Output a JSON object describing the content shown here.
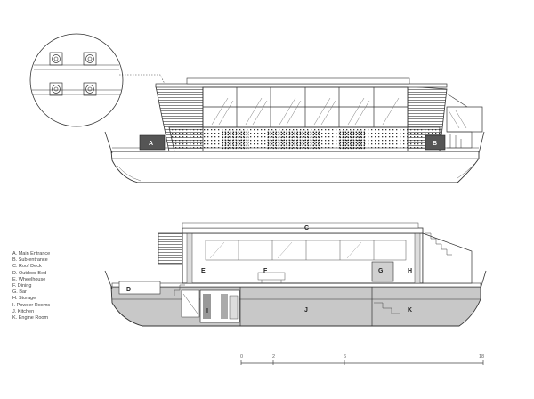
{
  "labels": {
    "elevation": {
      "A": "A",
      "B": "B"
    },
    "section": {
      "C": "C",
      "D": "D",
      "E": "E",
      "F": "F",
      "G": "G",
      "H": "H",
      "I": "I",
      "J": "J",
      "K": "K"
    }
  },
  "legend": [
    "A.  Main Entrance",
    "B.  Sub-entrance",
    "C.  Roof Deck",
    "D.  Outdoor Bed",
    "E.  Wheelhouse",
    "F.  Dining",
    "G.  Bar",
    "H.  Storage",
    "I.   Powder Rooms",
    "J.   Kitchen",
    "K.  Engine Room"
  ],
  "scale": {
    "t0": "0",
    "t1": "2",
    "t2": "6",
    "t3": "18"
  },
  "colors": {
    "line": "#333333",
    "hull_fill": "#c8c8c8",
    "dark_box": "#555555"
  }
}
